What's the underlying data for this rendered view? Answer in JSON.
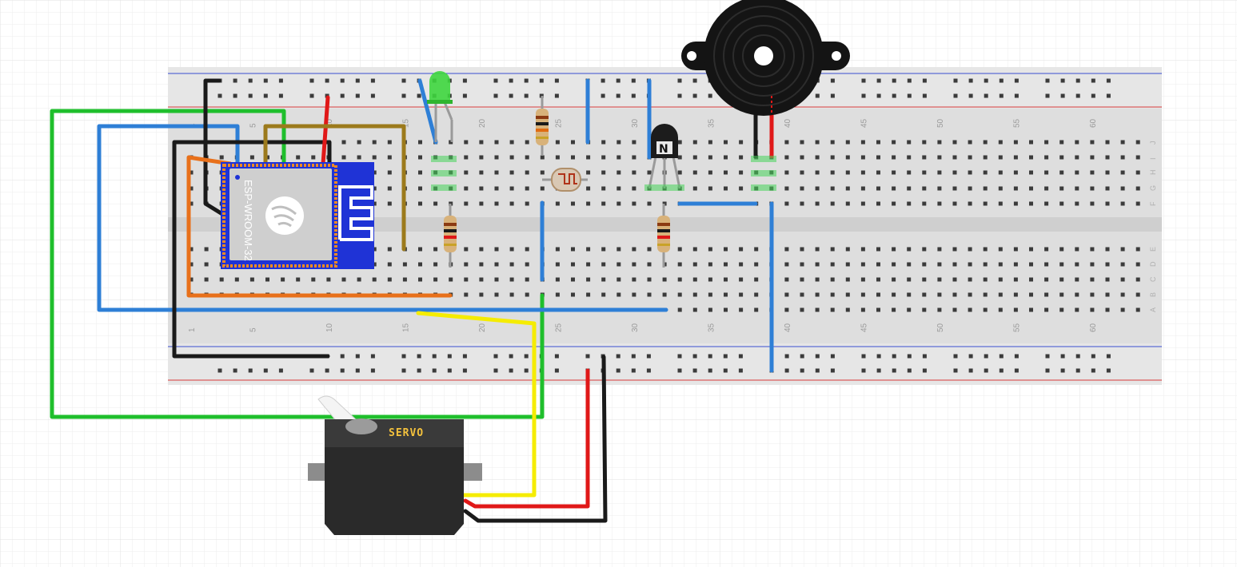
{
  "breadboard": {
    "column_numbers": [
      "1",
      "5",
      "10",
      "15",
      "20",
      "25",
      "30",
      "35",
      "40",
      "45",
      "50",
      "55",
      "60"
    ],
    "row_letters_top": [
      "J",
      "I",
      "H",
      "G",
      "F"
    ],
    "row_letters_bottom": [
      "E",
      "D",
      "C",
      "B",
      "A"
    ]
  },
  "components": {
    "esp32_label": "ESP-WROOM-32",
    "servo_label": "SERVO",
    "transistor_label": "N"
  },
  "colors": {
    "board": "#dcdcdc",
    "wire_green": "#1fbf2c",
    "wire_blue": "#2e7fd6",
    "wire_black": "#1a1a1a",
    "wire_red": "#e01818",
    "wire_orange": "#e8701a",
    "wire_brown": "#9c7a1c",
    "wire_yellow": "#f5ec00",
    "esp32_blue": "#1f33d6"
  }
}
